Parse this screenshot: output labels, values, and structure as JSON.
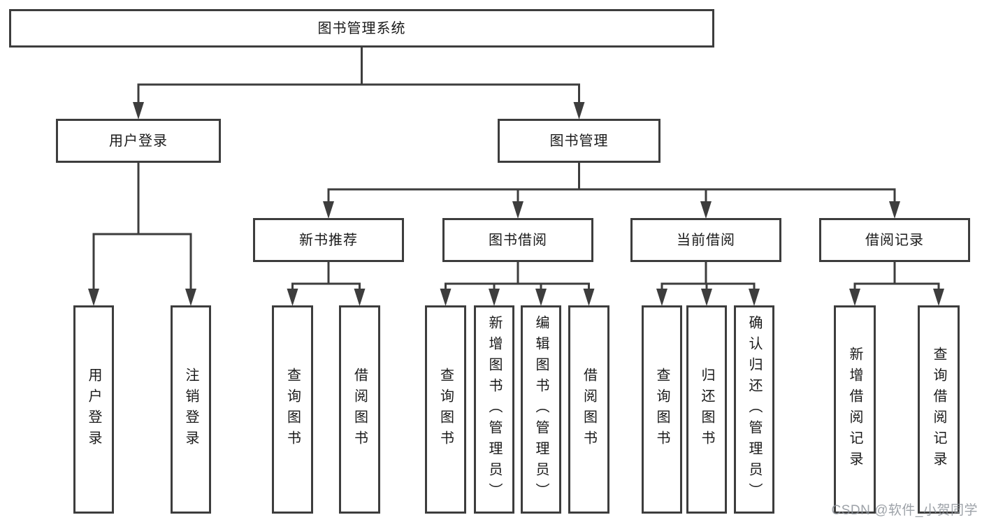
{
  "tree": {
    "label": "图书管理系统",
    "children": [
      {
        "label": "用户登录",
        "children": [
          {
            "label": "用户登录"
          },
          {
            "label": "注销登录"
          }
        ]
      },
      {
        "label": "图书管理",
        "children": [
          {
            "label": "新书推荐",
            "children": [
              {
                "label": "查询图书"
              },
              {
                "label": "借阅图书"
              }
            ]
          },
          {
            "label": "图书借阅",
            "children": [
              {
                "label": "查询图书"
              },
              {
                "label": "新增图书（管理员）"
              },
              {
                "label": "编辑图书（管理员）"
              },
              {
                "label": "借阅图书"
              }
            ]
          },
          {
            "label": "当前借阅",
            "children": [
              {
                "label": "查询图书"
              },
              {
                "label": "归还图书"
              },
              {
                "label": "确认归还（管理员）"
              }
            ]
          },
          {
            "label": "借阅记录",
            "children": [
              {
                "label": "新增借阅记录"
              },
              {
                "label": "查询借阅记录"
              }
            ]
          }
        ]
      }
    ]
  },
  "watermark": "CSDN @软件_小贺同学",
  "colors": {
    "line": "#3d3d3d",
    "text": "#1a1a1a",
    "background": "#ffffff",
    "watermark": "#8c9299"
  }
}
